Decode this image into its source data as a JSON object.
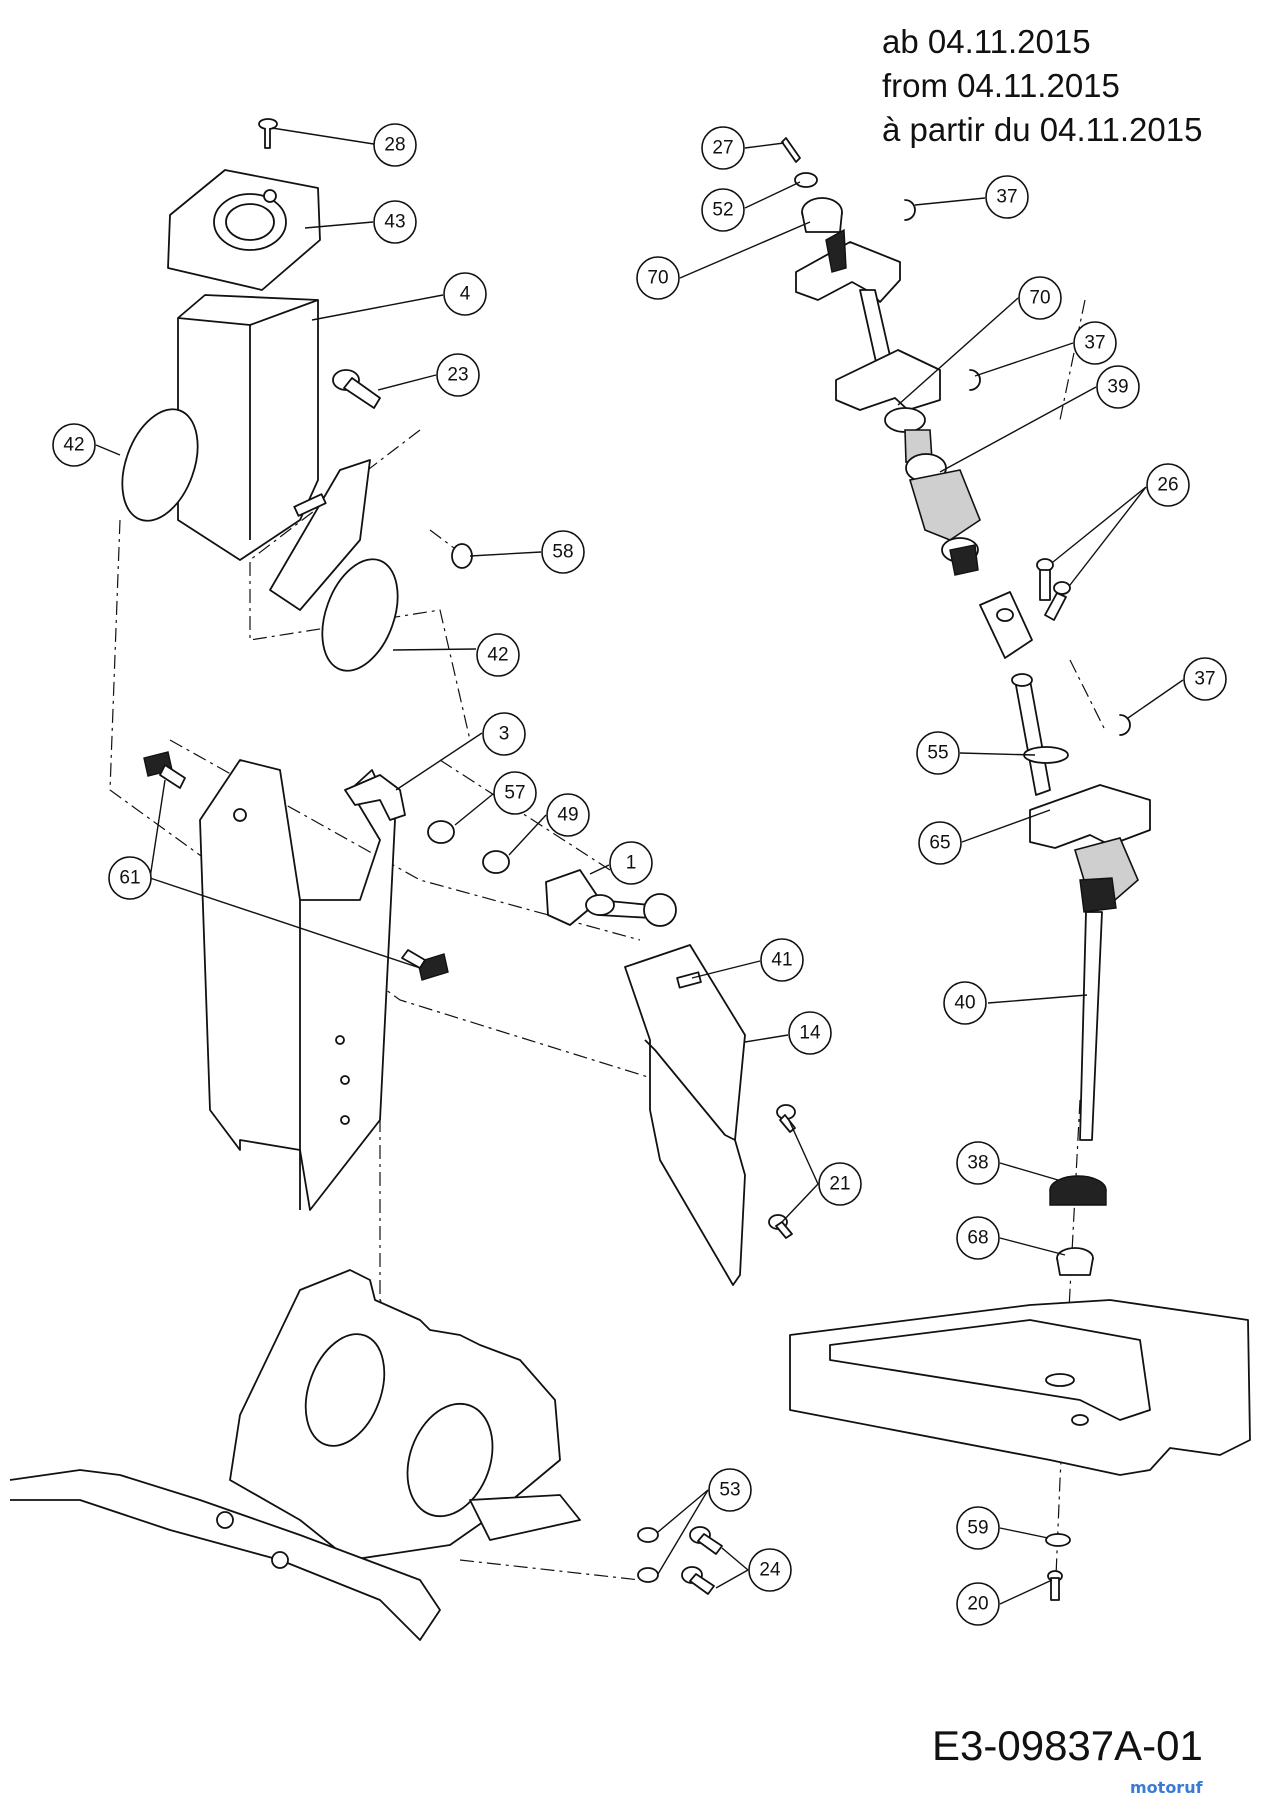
{
  "header": {
    "date_lines": [
      "ab 04.11.2015",
      "from 04.11.2015",
      "à partir du 04.11.2015"
    ]
  },
  "document_id": "E3-09837A-01",
  "watermark": "motoruf",
  "callouts": [
    "28",
    "43",
    "4",
    "23",
    "42",
    "58",
    "42",
    "3",
    "57",
    "49",
    "1",
    "61",
    "41",
    "14",
    "21",
    "53",
    "24",
    "27",
    "52",
    "37",
    "70",
    "70",
    "37",
    "39",
    "26",
    "37",
    "55",
    "65",
    "40",
    "38",
    "68",
    "59",
    "20"
  ]
}
